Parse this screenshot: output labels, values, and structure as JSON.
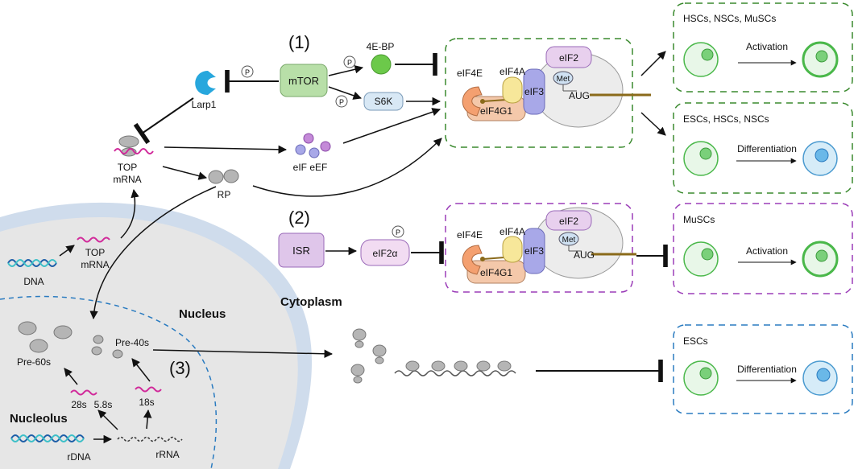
{
  "sections": {
    "one": "(1)",
    "two": "(2)",
    "three": "(3)"
  },
  "regions": {
    "nucleus": "Nucleus",
    "cytoplasm": "Cytoplasm",
    "nucleolus": "Nucleolus"
  },
  "nodes": {
    "mtor": "mTOR",
    "ebp": "4E-BP",
    "s6k": "S6K",
    "larp1": "Larp1",
    "top_mrna_line1": "TOP",
    "top_mrna_line2": "mRNA",
    "eif_eef": "eIF eEF",
    "rp": "RP",
    "isr": "ISR",
    "eif2a": "eIF2α",
    "dna": "DNA",
    "rdna": "rDNA",
    "rrna": "rRNA",
    "s28": "28s",
    "s58": "5.8s",
    "s18": "18s",
    "pre60": "Pre-60s",
    "pre40": "Pre-40s",
    "phospho": "P"
  },
  "complex": {
    "eif4e": "eIF4E",
    "eif4a": "eIF4A",
    "eif3": "eIF3",
    "eif4g1": "eIF4G1",
    "eif2": "eIF2",
    "met": "Met",
    "aug": "AUG"
  },
  "outcomes": {
    "box1_title": "HSCs, NSCs, MuSCs",
    "box1_label": "Activation",
    "box2_title": "ESCs, HSCs, NSCs",
    "box2_label": "Differentiation",
    "box3_title": "MuSCs",
    "box3_label": "Activation",
    "box4_title": "ESCs",
    "box4_label": "Differentiation"
  },
  "colors": {
    "green_border": "#3a8a2e",
    "purple_border": "#9b3db8",
    "blue_border": "#2a7bc0",
    "label_purple": "#7a2a9a",
    "mtor_fill": "#b8dfa8",
    "isr_fill": "#dfc6ea",
    "nucleus_fill": "#e6e6e6"
  }
}
